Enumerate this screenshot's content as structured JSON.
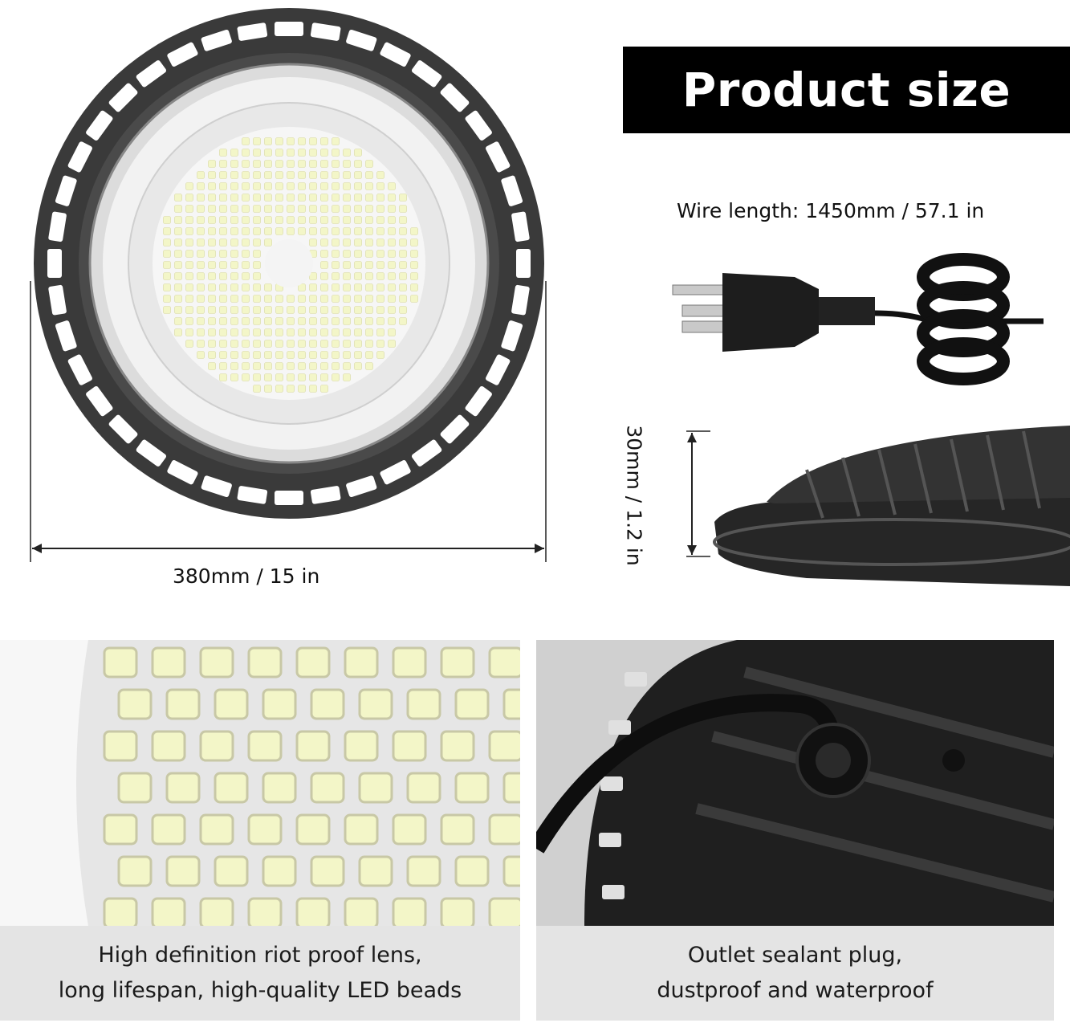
{
  "header": {
    "title": "Product size"
  },
  "dimensions": {
    "wire_length": "Wire length: 1450mm / 57.1 in",
    "diameter": "380mm / 15 in",
    "height": "30mm / 1.2 in"
  },
  "features": [
    {
      "line1": "High definition riot proof lens,",
      "line2": "long lifespan, high-quality LED beads"
    },
    {
      "line1": "Outlet sealant plug,",
      "line2": "dustproof and waterproof"
    }
  ],
  "colors": {
    "banner": "#000000",
    "caption_bg": "#e4e4e4",
    "led": "#f3f6c8"
  }
}
